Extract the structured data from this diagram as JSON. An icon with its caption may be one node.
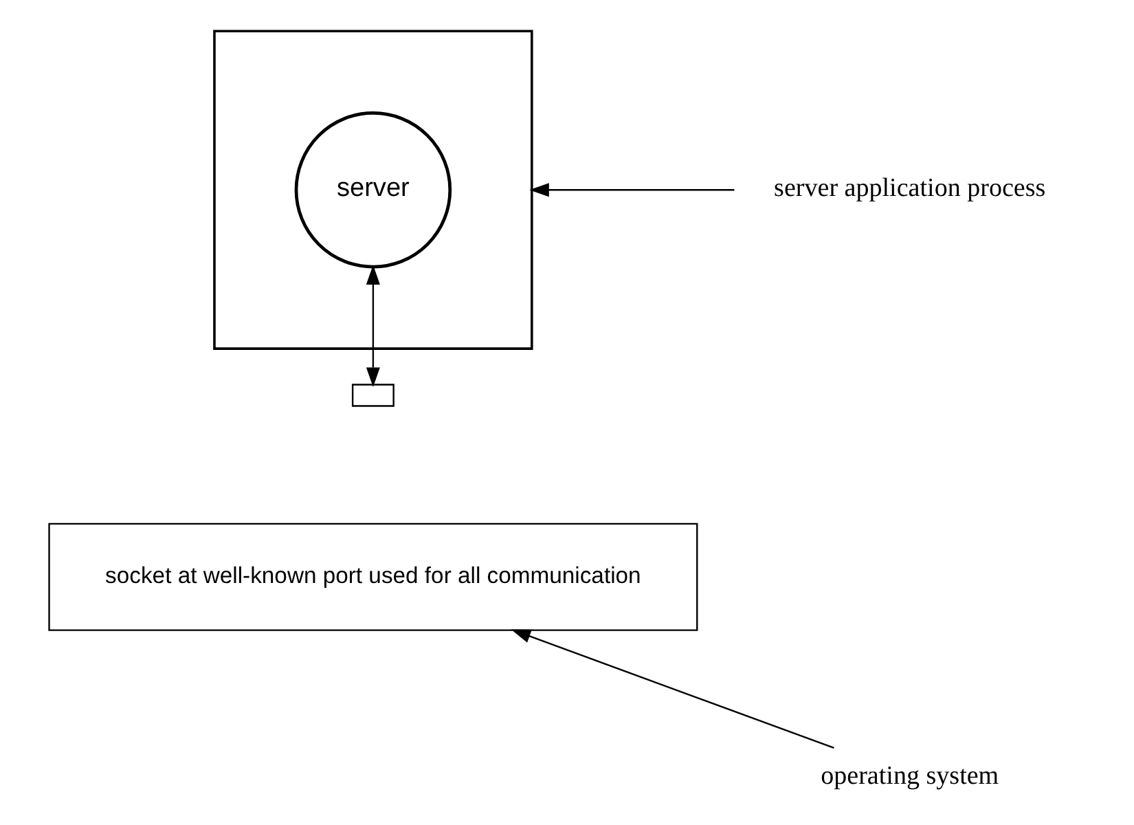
{
  "diagram": {
    "nodes": [
      {
        "text": [],
        "shape": "box"
      },
      {
        "text": [
          "server"
        ],
        "in": 0
      },
      {
        "text": [
          "socket at well-known port used for all communication"
        ]
      },
      {
        "text": [],
        "shape": "box"
      },
      {
        "text": [
          "server application process"
        ]
      },
      {
        "text": [
          "operating system"
        ]
      }
    ],
    "edges": [
      {
        "from": 1,
        "to": 3,
        "arrow": "both"
      },
      {
        "from": 4,
        "to": 0,
        "arrow": "to"
      },
      {
        "from": 5,
        "to": 2,
        "arrow": "to"
      }
    ]
  }
}
